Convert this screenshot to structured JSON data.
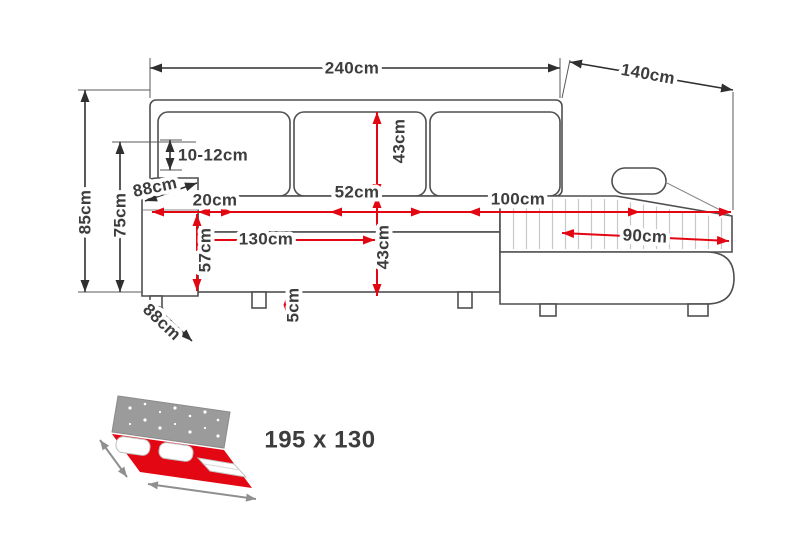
{
  "sofa": {
    "dimensions": {
      "total_width": "240cm",
      "side_depth": "140cm",
      "total_height": "85cm",
      "backrest_height": "75cm",
      "headrest_thickness": "10-12cm",
      "armrest_top_depth": "88cm",
      "armrest_width": "20cm",
      "seat_width": "130cm",
      "seat_front_height": "57cm",
      "back_cushion_width": "52cm",
      "back_cushion_height": "43cm",
      "seat_depth": "43cm",
      "chaise_width": "100cm",
      "chaise_seat_length": "90cm",
      "leg_height": "5cm",
      "sofa_depth": "88cm"
    }
  },
  "bed": {
    "sleeping_area": "195 x 130"
  },
  "colors": {
    "dimension_red": "#e30613",
    "outline_gray": "#4f4f4f",
    "label_text": "#3d3d3d",
    "bed_headboard_gray": "#9b9b9b",
    "bed_mattress_red": "#e30613"
  }
}
